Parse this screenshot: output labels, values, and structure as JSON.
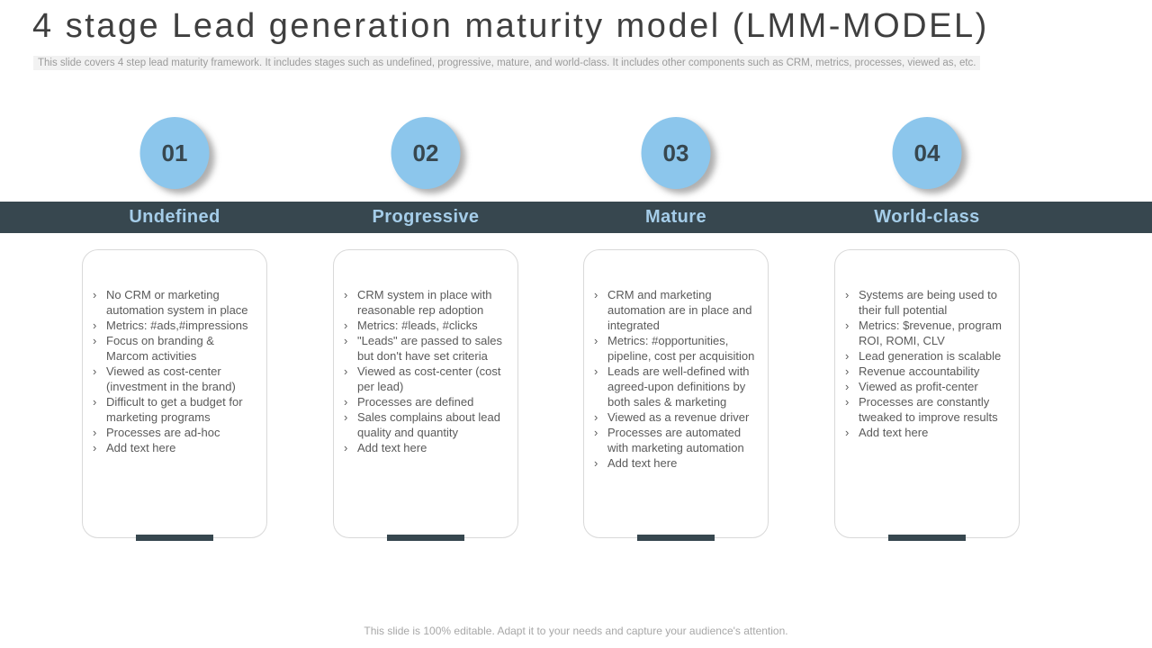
{
  "slide": {
    "title": "4 stage Lead generation maturity model (LMM-MODEL)",
    "subtitle": "This slide covers 4 step lead maturity framework. It includes stages such as undefined, progressive, mature, and world-class. It includes other components such as CRM, metrics, processes, viewed as, etc.",
    "footer": "This slide is 100% editable. Adapt it to your needs and capture your audience's attention."
  },
  "colors": {
    "accent_blue": "#8cc6ec",
    "dark_slate": "#37474f",
    "label_blue": "#a5cde9",
    "body_text": "#5a5a5a",
    "card_border": "#d9d9d9",
    "subtitle_bg": "#f2f2f2"
  },
  "icons": {
    "bullet_chevron": "›"
  },
  "stages": [
    {
      "number": "01",
      "name": "Undefined",
      "bullets": [
        "No CRM or marketing automation system in place",
        "Metrics: #ads,#impressions",
        "Focus on branding & Marcom activities",
        "Viewed as cost-center (investment in the brand)",
        "Difficult to get a budget for marketing programs",
        "Processes are ad-hoc",
        "Add text here"
      ]
    },
    {
      "number": "02",
      "name": "Progressive",
      "bullets": [
        "CRM system in place with reasonable rep adoption",
        "Metrics: #leads, #clicks",
        "\"Leads\" are passed to sales but don't have set criteria",
        "Viewed as cost-center (cost per lead)",
        "Processes are defined",
        "Sales complains about lead quality and quantity",
        "Add text here"
      ]
    },
    {
      "number": "03",
      "name": "Mature",
      "bullets": [
        "CRM and marketing automation are in place and integrated",
        "Metrics: #opportunities, pipeline, cost per acquisition",
        "Leads are well-defined with agreed-upon definitions by both sales & marketing",
        "Viewed as a revenue driver",
        "Processes are automated with marketing automation",
        "Add text here"
      ]
    },
    {
      "number": "04",
      "name": "World-class",
      "bullets": [
        "Systems are being used to their full potential",
        "Metrics: $revenue, program ROI, ROMI, CLV",
        "Lead generation is scalable",
        "Revenue accountability",
        "Viewed as profit-center",
        "Processes are constantly tweaked to improve results",
        "Add text here"
      ]
    }
  ]
}
